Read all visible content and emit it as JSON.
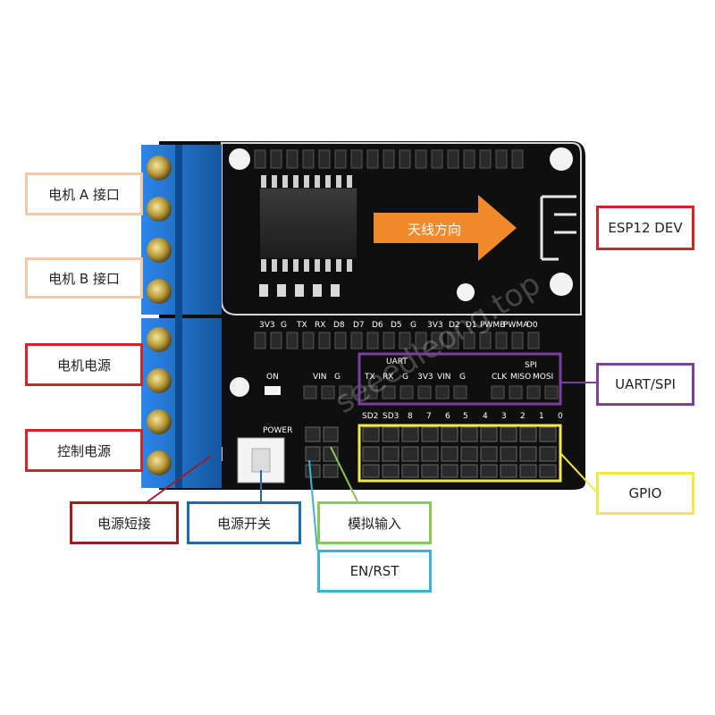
{
  "callouts": {
    "motor_a": "电机 A 接口",
    "motor_b": "电机 B 接口",
    "motor_power": "电机电源",
    "control_power": "控制电源",
    "esp12": "ESP12 DEV",
    "uart_spi": "UART/SPI",
    "gpio": "GPIO",
    "power_short": "电源短接",
    "power_switch": "电源开关",
    "analog_input": "模拟输入",
    "en_rst": "EN/RST"
  },
  "board": {
    "antenna_text": "天线方向",
    "top_header_pins": [
      "3V3",
      "G",
      "TX",
      "RX",
      "D8",
      "D7",
      "D6",
      "D5",
      "G",
      "3V3",
      "D2",
      "D1",
      "PWMB",
      "PWMA",
      "D0"
    ],
    "on_label": "ON",
    "vin_label": "VIN",
    "g_label": "G",
    "uart_title": "UART",
    "uart_pins": [
      "TX",
      "RX",
      "G",
      "3V3",
      "VIN",
      "G"
    ],
    "spi_title": "SPI",
    "spi_pins": [
      "CLK",
      "MISO",
      "MOSI"
    ],
    "gpio_numbers": [
      "SD2",
      "SD3",
      "8",
      "7",
      "6",
      "5",
      "4",
      "3",
      "2",
      "1",
      "0"
    ],
    "power_switch_text": "POWER",
    "watermark": "seeedleong.top"
  },
  "colors": {
    "board": "#111111",
    "terminal_blue": "#1e73d6",
    "arrow_orange": "#f08a2a",
    "motor_callout_border": "#f2c9a8",
    "power_callout_border": "#d12328",
    "uart_box": "#7a3fa0",
    "gpio_box": "#f2e84a",
    "switch_box": "#1e6ab4",
    "analog_box": "#8cc751",
    "enrst_box": "#3db2d8",
    "short_box": "#a01c22"
  }
}
